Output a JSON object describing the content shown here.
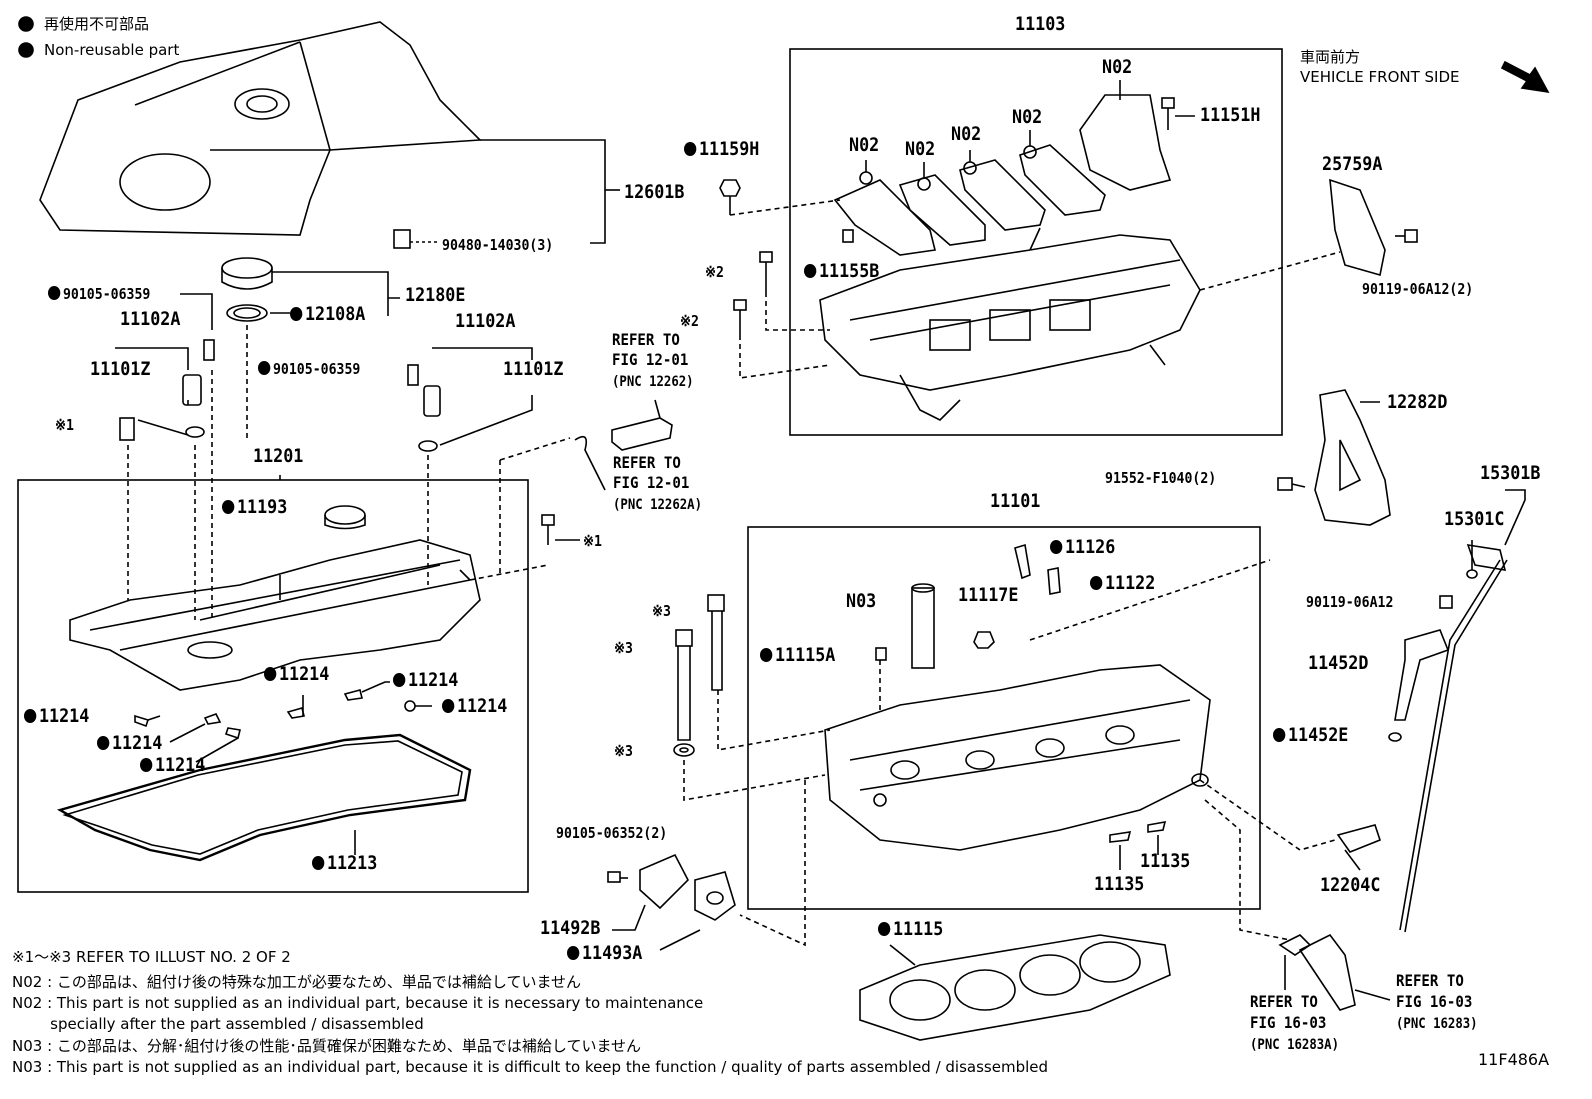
{
  "legend": {
    "jp": "再使用不可部品",
    "en": "Non-reusable part"
  },
  "front": {
    "jp": "車両前方",
    "en": "VEHICLE FRONT SIDE"
  },
  "parts": {
    "p12601B": "12601B",
    "p90480": "90480-14030(3)",
    "p12180E": "12180E",
    "p12108A": "12108A",
    "p90105a": "90105-06359",
    "p90105b": "90105-06359",
    "p11102A_l": "11102A",
    "p11101Z_l": "11101Z",
    "p11102A_r": "11102A",
    "p11101Z_r": "11101Z",
    "mark1a": "※1",
    "mark1b": "※1",
    "p11201": "11201",
    "p11193": "11193",
    "p11214_1": "11214",
    "p11214_2": "11214",
    "p11214_3": "11214",
    "p11214_4": "11214",
    "p11214_5": "11214",
    "p11214_6": "11214",
    "p11213": "11213",
    "p11103": "11103",
    "n02_1": "N02",
    "n02_2": "N02",
    "n02_3": "N02",
    "n02_4": "N02",
    "n02_5": "N02",
    "p11151H": "11151H",
    "p11159H": "11159H",
    "p11155B": "11155B",
    "mark2a": "※2",
    "mark2b": "※2",
    "p25759A": "25759A",
    "p90119a": "90119-06A12(2)",
    "ref1_a": "REFER TO",
    "ref1_b": "FIG 12-01",
    "ref1_c": "(PNC 12262)",
    "ref2_a": "REFER TO",
    "ref2_b": "FIG 12-01",
    "ref2_c": "(PNC 12262A)",
    "p12282D": "12282D",
    "p91552": "91552-F1040(2)",
    "p15301B": "15301B",
    "p15301C": "15301C",
    "p90119b": "90119-06A12",
    "p11452D": "11452D",
    "p11452E": "11452E",
    "p11101": "11101",
    "p11126": "11126",
    "p11122": "11122",
    "n03": "N03",
    "p11117E": "11117E",
    "p11115A": "11115A",
    "mark3a": "※3",
    "mark3b": "※3",
    "mark3c": "※3",
    "p11135a": "11135",
    "p11135b": "11135",
    "p12204C": "12204C",
    "p90105c": "90105-06352(2)",
    "p11492B": "11492B",
    "p11493A": "11493A",
    "p11115": "11115",
    "ref3_a": "REFER TO",
    "ref3_b": "FIG 16-03",
    "ref3_c": "(PNC 16283A)",
    "ref4_a": "REFER TO",
    "ref4_b": "FIG 16-03",
    "ref4_c": "(PNC 16283)"
  },
  "notes": [
    "※1〜※3  REFER TO ILLUST NO. 2 OF 2",
    "N02 : この部品は、組付け後の特殊な加工が必要なため、単品では補給していません",
    "N02 : This part is not supplied as an individual part, because it is necessary to maintenance",
    "        specially after the part assembled / disassembled",
    "N03 : この部品は、分解･組付け後の性能･品質確保が困難なため、単品では補給していません",
    "N03 : This part is not supplied as an individual part, because it is difficult to keep the function / quality of parts  assembled / disassembled"
  ],
  "illust_code": "11F486A"
}
